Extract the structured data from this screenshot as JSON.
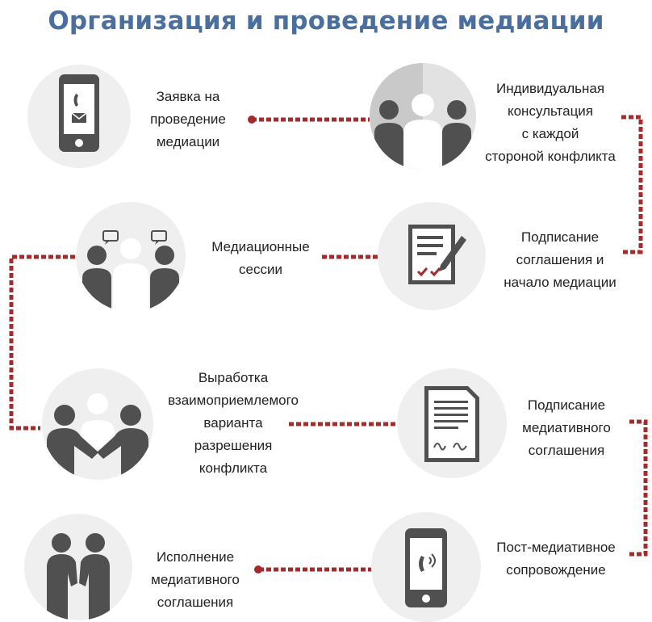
{
  "title": "Организация и проведение медиации",
  "steps": [
    {
      "label": [
        "Заявка на",
        "проведение",
        "медиации"
      ]
    },
    {
      "label": [
        "Индивидуальная",
        "консультация",
        "с каждой",
        "стороной конфликта"
      ]
    },
    {
      "label": [
        "Подписание",
        "соглашения и",
        "начало медиации"
      ]
    },
    {
      "label": [
        "Медиационные",
        "сессии"
      ]
    },
    {
      "label": [
        "Выработка",
        "взаимоприемлемого",
        "варианта",
        "разрешения",
        "конфликта"
      ]
    },
    {
      "label": [
        "Подписание",
        "медиативного",
        "соглашения"
      ]
    },
    {
      "label": [
        "Пост-медиативное",
        "сопровождение"
      ]
    },
    {
      "label": [
        "Исполнение",
        "медиативного",
        "соглашения"
      ]
    }
  ],
  "icons": [
    "phone-email-icon",
    "consultation-icon",
    "contract-sign-icon",
    "chat-session-icon",
    "handshake-icon",
    "signed-document-icon",
    "phone-call-icon",
    "handshake-people-icon"
  ],
  "colors": {
    "title": "#4a6f9e",
    "connector": "#a52a2a",
    "icon": "#505050",
    "circle": "#efefef"
  }
}
